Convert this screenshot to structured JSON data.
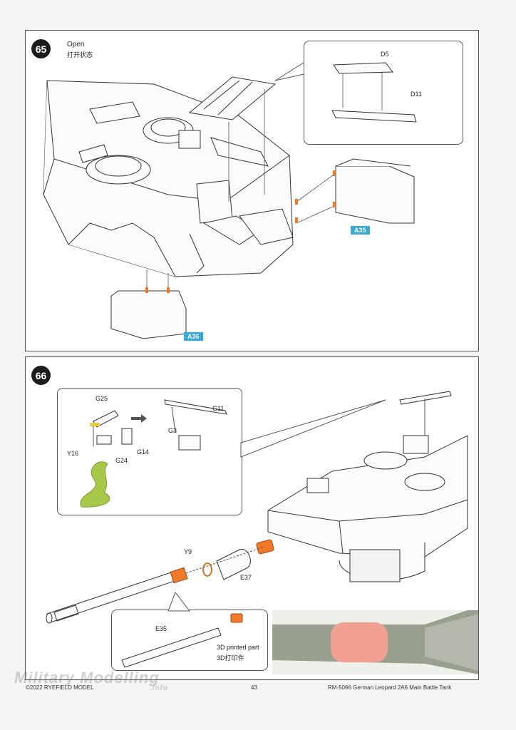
{
  "step65": {
    "number": "65",
    "note_en": "Open",
    "note_cn": "打开状态",
    "labels": {
      "d5": "D5",
      "d11": "D11"
    },
    "tags": {
      "a35": "A35",
      "a36": "A36"
    }
  },
  "step66": {
    "number": "66",
    "labels": {
      "g25": "G25",
      "g11": "G11",
      "g3": "G3",
      "y16": "Y16",
      "g14": "G14",
      "g24": "G24",
      "y9": "Y9",
      "e37": "E37",
      "e35": "E35"
    },
    "printed_note_en": "3D printed part",
    "printed_note_cn": "3D打印件"
  },
  "footer": {
    "copyright": "©2022 RYEFIELD MODEL",
    "page": "43",
    "product": "RM-5066 German Leopard 2A6 Main Battle Tank"
  },
  "watermark": {
    "text": "Military Modelling",
    "sub": ".info"
  },
  "colors": {
    "tag": "#3aa8d8",
    "highlight": "#f07a2a",
    "printed": "#a8c84a",
    "barrel_photo": "#9aa090"
  }
}
